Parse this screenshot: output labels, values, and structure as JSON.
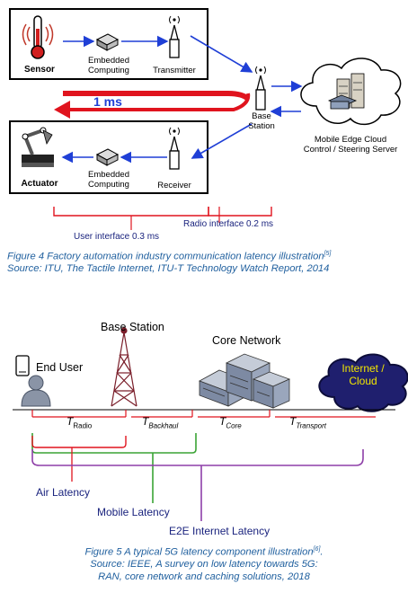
{
  "fig4": {
    "sensor": "Sensor",
    "embedded_top": [
      "Embedded",
      "Computing"
    ],
    "transmitter": "Transmitter",
    "latency": "1 ms",
    "base_station": [
      "Base",
      "Station"
    ],
    "cloud": [
      "Mobile Edge Cloud",
      "Control / Steering Server"
    ],
    "actuator": "Actuator",
    "embedded_bottom": [
      "Embedded",
      "Computing"
    ],
    "receiver": "Receiver",
    "radio_interface": "Radio interface 0.2 ms",
    "user_interface": "User interface 0.3 ms",
    "caption_line1": "Figure 4 Factory automation industry communication latency illustration",
    "caption_ref": "[5]",
    "caption_line2": "Source: ITU, The Tactile Internet, ITU-T Technology Watch Report, 2014"
  },
  "fig5": {
    "base_station": "Base Station",
    "core_network": "Core Network",
    "end_user": "End User",
    "internet": [
      "Internet /",
      "Cloud"
    ],
    "t_radio": {
      "main": "T",
      "sub": "Radio"
    },
    "t_backhaul": {
      "main": "T",
      "sub": "Backhaul"
    },
    "t_core": {
      "main": "T",
      "sub": "Core"
    },
    "t_transport": {
      "main": "T",
      "sub": "Transport"
    },
    "air_latency": "Air Latency",
    "mobile_latency": "Mobile Latency",
    "e2e_latency": "E2E Internet Latency",
    "caption_line1": "Figure 5 A typical 5G latency component illustration",
    "caption_ref": "[6]",
    "caption_line2": "Source: IEEE, A survey on low latency towards 5G:",
    "caption_line3": "RAN, core network and caching solutions, 2018"
  },
  "colors": {
    "blue_arrow": "#1f3fd6",
    "red_arrow": "#e0141e",
    "red_bracket": "#e0141e",
    "green_bracket": "#3aa335",
    "purple_bracket": "#8e3fa8",
    "caption": "#1f5f9e",
    "label_blue": "#1a237e"
  }
}
